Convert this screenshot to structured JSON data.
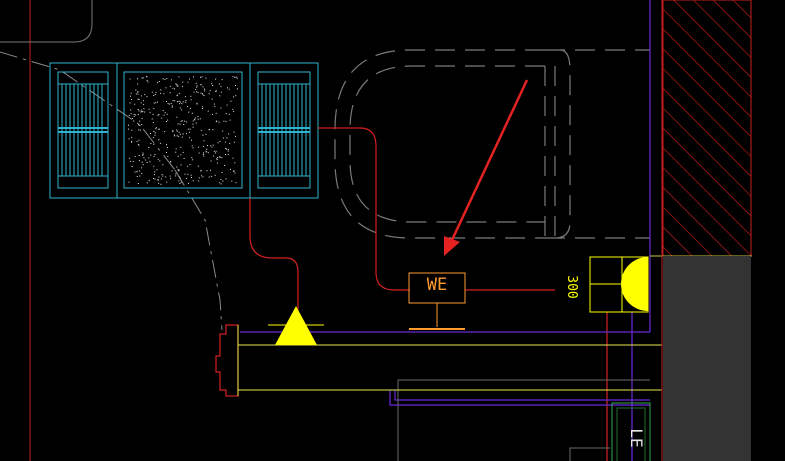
{
  "drawing": {
    "background": "#000000",
    "colors": {
      "cyan": "#2fb3cf",
      "red": "#e02020",
      "yellow": "#ffff00",
      "orange": "#ff9a2e",
      "purple": "#6a2bd8",
      "gray": "#8a8a8a",
      "hatch": "#d81e1e",
      "green": "#2fa84a",
      "fill_gray": "#333333"
    },
    "labels": {
      "equipment_tag": "WE",
      "dimension": "300",
      "panel_tag": "LE"
    },
    "icons": {
      "arrow": "red-leader-arrow-icon",
      "triangle": "yellow-triangle-icon"
    }
  }
}
